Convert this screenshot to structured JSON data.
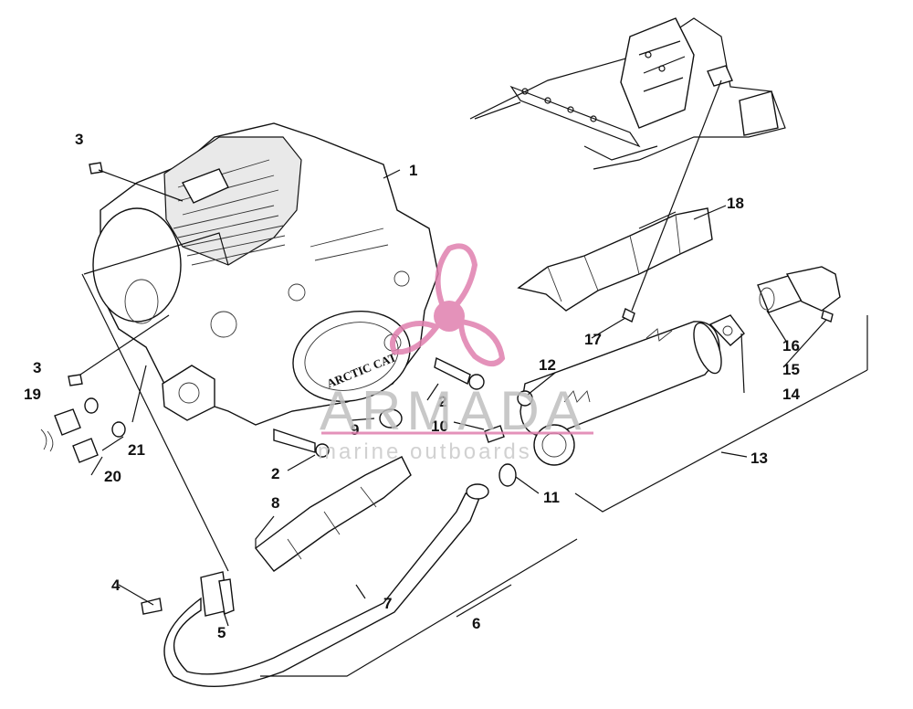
{
  "diagram": {
    "callouts": [
      "1",
      "2",
      "2",
      "3",
      "3",
      "4",
      "5",
      "6",
      "7",
      "8",
      "9",
      "10",
      "11",
      "12",
      "13",
      "14",
      "15",
      "16",
      "17",
      "18",
      "19",
      "20",
      "21"
    ],
    "engine_badge": "ARCTIC CAT"
  },
  "watermark": {
    "brand": "ARMADA",
    "tagline": "marine outboards",
    "logo_color": "#e07fae"
  }
}
